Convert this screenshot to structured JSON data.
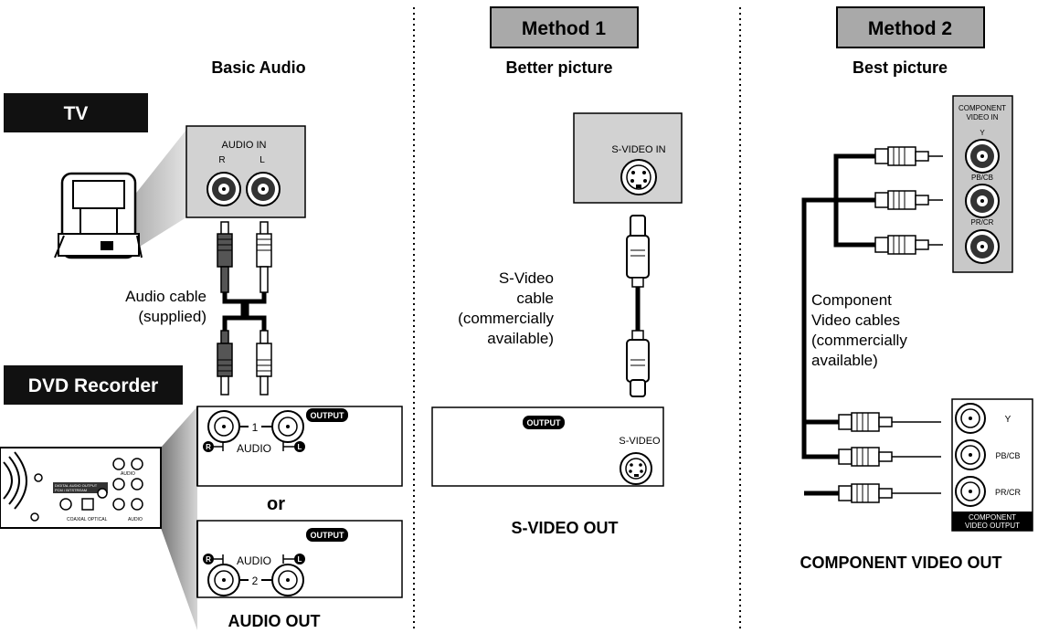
{
  "headers": {
    "method1": "Method 1",
    "method2": "Method 2"
  },
  "subtitles": {
    "basic": "Basic Audio",
    "better": "Better picture",
    "best": "Best picture"
  },
  "devices": {
    "tv": "TV",
    "dvd": "DVD Recorder"
  },
  "tv_panels": {
    "audio_in": "AUDIO IN",
    "audio_r": "R",
    "audio_l": "L",
    "svideo_in": "S-VIDEO IN",
    "component_line1": "COMPONENT",
    "component_line2": "VIDEO IN",
    "y": "Y",
    "pb": "PB/CB",
    "pr": "PR/CR"
  },
  "cables": {
    "audio": [
      "Audio cable",
      "(supplied)"
    ],
    "svideo": [
      "S-Video",
      "cable",
      "(commercially",
      "available)"
    ],
    "component": [
      "Component",
      "Video cables",
      "(commercially",
      "available)"
    ]
  },
  "recorder_panels": {
    "output": "OUTPUT",
    "audio": "AUDIO",
    "one": "1",
    "two": "2",
    "r": "R",
    "l": "L",
    "or": "or",
    "svideo": "S-VIDEO",
    "y": "Y",
    "pb": "PB/CB",
    "pr": "PR/CR",
    "comp_out1": "COMPONENT",
    "comp_out2": "VIDEO OUTPUT"
  },
  "captions": {
    "audio_out": "AUDIO OUT",
    "svideo_out": "S-VIDEO OUT",
    "component_out": "COMPONENT VIDEO OUT"
  },
  "rear_panel_labels": {
    "digital": "DIGITAL AUDIO OUTPUT",
    "pcm": "PCM / BITSTREAM",
    "coaxial": "COAXIAL",
    "optical": "OPTICAL",
    "audio": "AUDIO"
  }
}
